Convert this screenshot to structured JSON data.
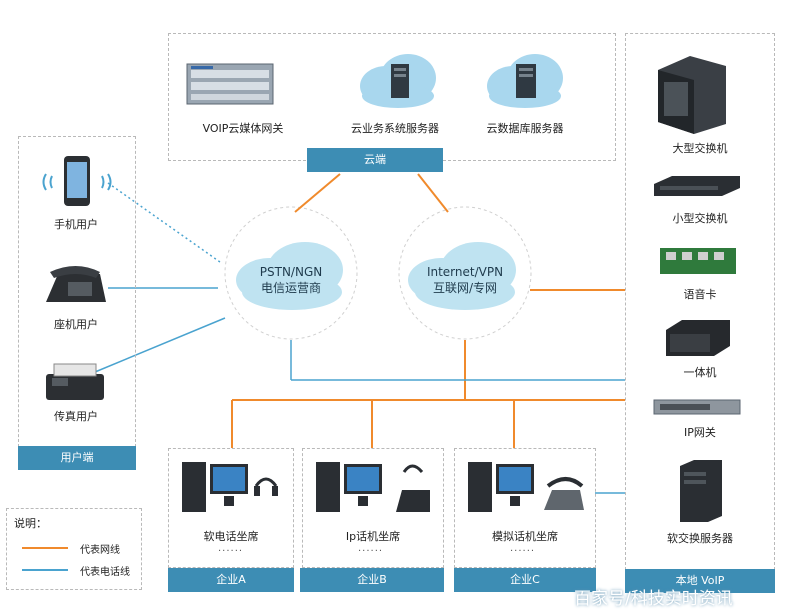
{
  "cloud_side": {
    "devices": [
      "VOIP云媒体网关",
      "云业务系统服务器",
      "云数据库服务器"
    ],
    "bar_label": "云端"
  },
  "user_side": {
    "devices": [
      "手机用户",
      "座机用户",
      "传真用户"
    ],
    "bar_label": "用户端"
  },
  "networks": {
    "pstn": [
      "PSTN/NGN",
      "电信运营商"
    ],
    "internet": [
      "Internet/VPN",
      "互联网/专网"
    ]
  },
  "right_side": {
    "devices": [
      "大型交换机",
      "小型交换机",
      "语音卡",
      "一体机",
      "IP网关",
      "软交换服务器"
    ],
    "bar_label": "本地 VoIP"
  },
  "enterprises": [
    {
      "seat": "软电话坐席",
      "dots": "......",
      "bar": "企业A"
    },
    {
      "seat": "Ip话机坐席",
      "dots": "......",
      "bar": "企业B"
    },
    {
      "seat": "模拟话机坐席",
      "dots": "......",
      "bar": "企业C"
    }
  ],
  "legend": {
    "title": "说明：",
    "items": [
      {
        "label": "代表网线",
        "color": "#f08a2c"
      },
      {
        "label": "代表电话线",
        "color": "#4aa3cf"
      }
    ]
  },
  "watermark": "百家号/科技实时资讯",
  "colors": {
    "network_line": "#f08a2c",
    "phone_line": "#4aa3cf",
    "bar": "#3d8db4",
    "cloud": "#bfe3f1"
  }
}
